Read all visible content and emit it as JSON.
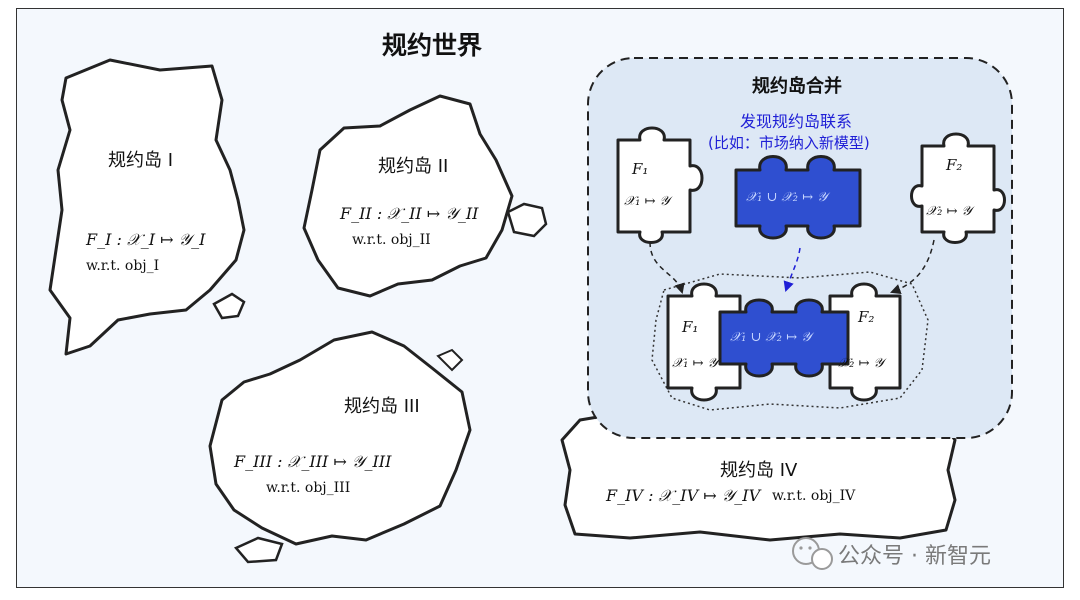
{
  "title": "规约世界",
  "islands": [
    {
      "label": "规约岛 I",
      "map": "F_I : 𝒳_I ↦ 𝒴_I",
      "wrt": "w.r.t. obj_I"
    },
    {
      "label": "规约岛 II",
      "map": "F_II : 𝒳_II ↦ 𝒴_II",
      "wrt": "w.r.t. obj_II"
    },
    {
      "label": "规约岛 III",
      "map": "F_III : 𝒳_III ↦ 𝒴_III",
      "wrt": "w.r.t. obj_III"
    },
    {
      "label": "规约岛 IV",
      "map": "F_IV : 𝒳_IV ↦ 𝒴_IV",
      "wrt": "w.r.t. obj_IV"
    }
  ],
  "merge": {
    "title": "规约岛合并",
    "note_line1": "发现规约岛联系",
    "note_line2": "(比如：市场纳入新模型)",
    "piece_left_name": "F₁",
    "piece_left_map": "𝒳₁ ↦ 𝒴",
    "piece_mid_map": "𝒳₁ ∪ 𝒳₂ ↦ 𝒴",
    "piece_right_name": "F₂",
    "piece_right_map": "𝒳₂ ↦ 𝒴"
  },
  "watermark": "公众号 · 新智元",
  "colors": {
    "panel": "#dde8f5",
    "piece_blue": "#2f4fd0",
    "note_blue": "#1f1fd6"
  }
}
